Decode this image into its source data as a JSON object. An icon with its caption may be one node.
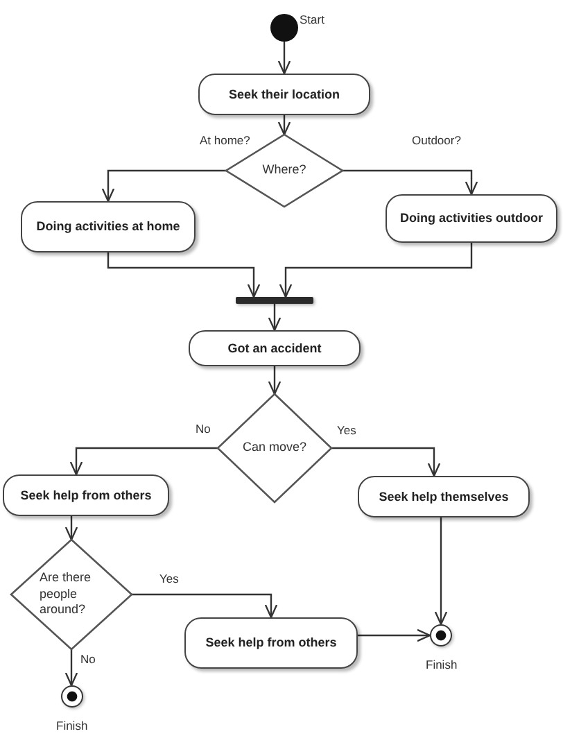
{
  "diagram": {
    "nodes": [
      {
        "text": [],
        "shape": "circle",
        "beside": [
          "Start"
        ]
      },
      {
        "text": [
          "Seek their location"
        ]
      },
      {
        "text": [
          "Where?"
        ]
      },
      {
        "text": [
          "Doing activities at home"
        ]
      },
      {
        "text": [
          "Doing activities outdoor"
        ]
      },
      {
        "text": [],
        "shape": "bar"
      },
      {
        "text": [
          "Got an accident"
        ]
      },
      {
        "text": [
          "Can move?"
        ]
      },
      {
        "text": [
          "Seek help from others"
        ]
      },
      {
        "text": [
          "Seek help themselves"
        ]
      },
      {
        "text": [
          "Are there people around?"
        ]
      },
      {
        "text": [
          "Seek help from others"
        ]
      },
      {
        "text": [],
        "shape": "circle",
        "beside": [
          "Finish"
        ]
      },
      {
        "text": [],
        "shape": "circle",
        "beside": [
          "Finish"
        ]
      }
    ],
    "edges": [
      {
        "from": 0,
        "to": 1,
        "arrow": "to"
      },
      {
        "from": 1,
        "to": 2,
        "arrow": "to"
      },
      {
        "from": 2,
        "to": 3,
        "arrow": "to",
        "label": "At home?"
      },
      {
        "from": 2,
        "to": 4,
        "arrow": "to",
        "label": "Outdoor?"
      },
      {
        "from": 3,
        "to": 5,
        "arrow": "to"
      },
      {
        "from": 4,
        "to": 5,
        "arrow": "to"
      },
      {
        "from": 5,
        "to": 6,
        "arrow": "to"
      },
      {
        "from": 6,
        "to": 7,
        "arrow": "to"
      },
      {
        "from": 7,
        "to": 8,
        "arrow": "to",
        "label": "No"
      },
      {
        "from": 7,
        "to": 9,
        "arrow": "to",
        "label": "Yes"
      },
      {
        "from": 8,
        "to": 10,
        "arrow": "to"
      },
      {
        "from": 10,
        "to": 11,
        "arrow": "to",
        "label": "Yes"
      },
      {
        "from": 10,
        "to": 13,
        "arrow": "to",
        "label": "No"
      },
      {
        "from": 11,
        "to": 12,
        "arrow": "to"
      },
      {
        "from": 9,
        "to": 12,
        "arrow": "to"
      }
    ]
  }
}
